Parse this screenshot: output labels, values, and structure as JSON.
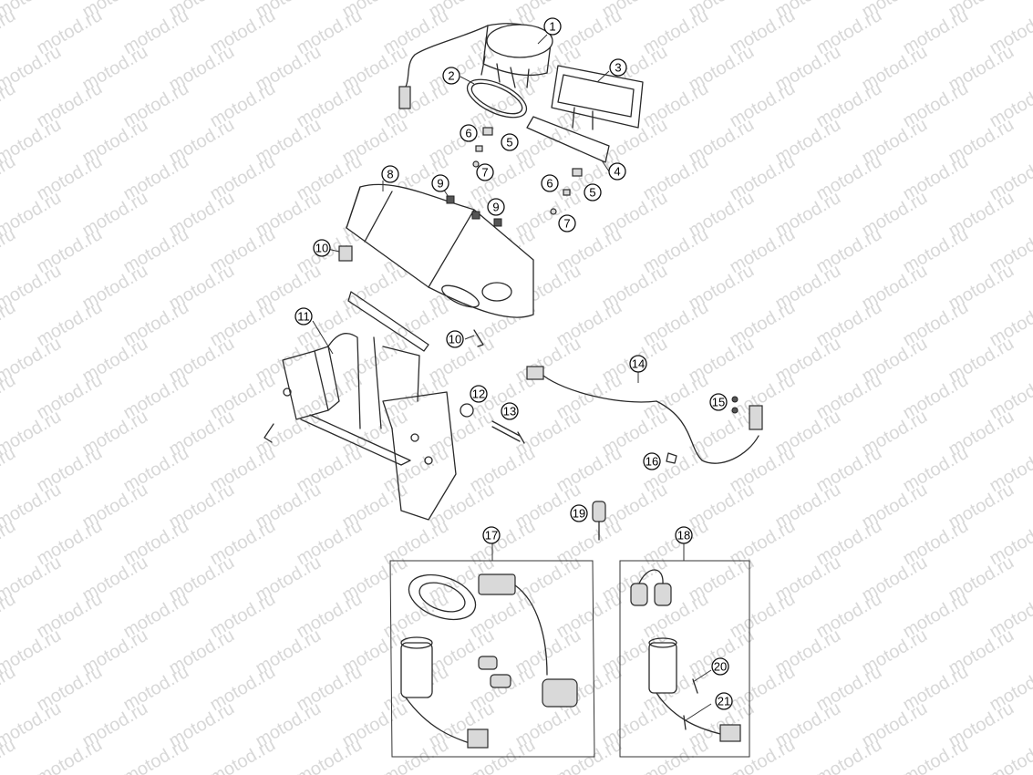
{
  "watermark": {
    "text": "motod.ru"
  },
  "callouts": {
    "c1": "1",
    "c2": "2",
    "c3": "3",
    "c4": "4",
    "c5a": "5",
    "c5b": "5",
    "c6a": "6",
    "c6b": "6",
    "c7a": "7",
    "c7b": "7",
    "c8": "8",
    "c9a": "9",
    "c9b": "9",
    "c10a": "10",
    "c10b": "10",
    "c11": "11",
    "c12": "12",
    "c13": "13",
    "c14": "14",
    "c15": "15",
    "c16": "16",
    "c17": "17",
    "c18": "18",
    "c19": "19",
    "c20": "20",
    "c21": "21"
  }
}
